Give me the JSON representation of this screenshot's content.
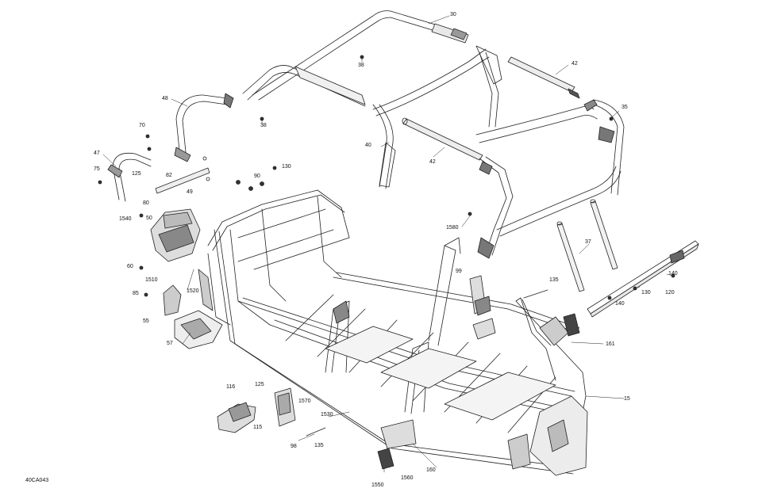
{
  "diagram": {
    "reference_code": "40CA043",
    "callouts": [
      {
        "id": "c30",
        "text": "30"
      },
      {
        "id": "c38a",
        "text": "38"
      },
      {
        "id": "c38b",
        "text": "38"
      },
      {
        "id": "c42a",
        "text": "42"
      },
      {
        "id": "c42b",
        "text": "42"
      },
      {
        "id": "c35",
        "text": "35"
      },
      {
        "id": "c40",
        "text": "40"
      },
      {
        "id": "c48",
        "text": "48"
      },
      {
        "id": "c70",
        "text": "70"
      },
      {
        "id": "c47",
        "text": "47"
      },
      {
        "id": "c75",
        "text": "75"
      },
      {
        "id": "c125a",
        "text": "125"
      },
      {
        "id": "c82",
        "text": "82"
      },
      {
        "id": "c49",
        "text": "49"
      },
      {
        "id": "c90",
        "text": "90"
      },
      {
        "id": "c130a",
        "text": "130"
      },
      {
        "id": "c80",
        "text": "80"
      },
      {
        "id": "c1540",
        "text": "1540"
      },
      {
        "id": "c50",
        "text": "50"
      },
      {
        "id": "c60",
        "text": "60"
      },
      {
        "id": "c1510",
        "text": "1510"
      },
      {
        "id": "c1520",
        "text": "1520"
      },
      {
        "id": "c85",
        "text": "85"
      },
      {
        "id": "c55",
        "text": "55"
      },
      {
        "id": "c57",
        "text": "57"
      },
      {
        "id": "c1580",
        "text": "1580"
      },
      {
        "id": "c37",
        "text": "37"
      },
      {
        "id": "c140a",
        "text": "140"
      },
      {
        "id": "c140b",
        "text": "140"
      },
      {
        "id": "c130b",
        "text": "130"
      },
      {
        "id": "c120",
        "text": "120"
      },
      {
        "id": "c99",
        "text": "99"
      },
      {
        "id": "c135a",
        "text": "135"
      },
      {
        "id": "c161",
        "text": "161"
      },
      {
        "id": "c15",
        "text": "15"
      },
      {
        "id": "c116",
        "text": "116"
      },
      {
        "id": "c125b",
        "text": "125"
      },
      {
        "id": "c1570",
        "text": "1570"
      },
      {
        "id": "c1530",
        "text": "1530"
      },
      {
        "id": "c115",
        "text": "115"
      },
      {
        "id": "c98",
        "text": "98"
      },
      {
        "id": "c135b",
        "text": "135"
      },
      {
        "id": "c1560",
        "text": "1560"
      },
      {
        "id": "c1550",
        "text": "1550"
      },
      {
        "id": "c160",
        "text": "160"
      }
    ]
  }
}
